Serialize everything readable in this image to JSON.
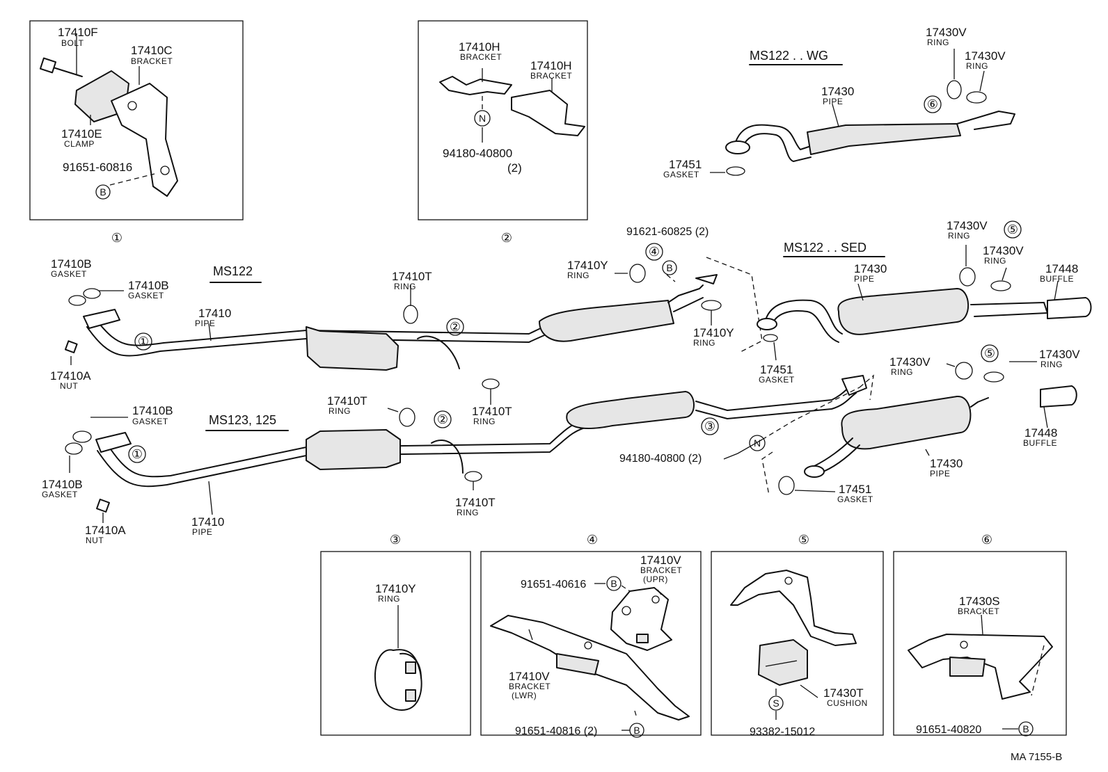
{
  "insets": [
    {
      "num": "①"
    },
    {
      "num": "②"
    },
    {
      "num": "③"
    },
    {
      "num": "④"
    },
    {
      "num": "⑤"
    },
    {
      "num": "⑥"
    }
  ],
  "circle_numbers": [
    "①",
    "②",
    "③",
    "④",
    "⑤",
    "⑥"
  ],
  "symbols": {
    "B": "B",
    "N": "N",
    "S": "S"
  },
  "inset1": {
    "bolt_no": "17410F",
    "bolt_nm": "BOLT",
    "bracket_no": "17410C",
    "bracket_nm": "BRACKET",
    "clamp_no": "17410E",
    "clamp_nm": "CLAMP",
    "bolt2_no": "91651-60816"
  },
  "inset2": {
    "br1_no": "17410H",
    "br1_nm": "BRACKET",
    "br2_no": "17410H",
    "br2_nm": "BRACKET",
    "nut_no": "94180-40800",
    "nut_qty": "(2)"
  },
  "inset3": {
    "ring_no": "17410Y",
    "ring_nm": "RING"
  },
  "inset4": {
    "b1_no": "91651-40616",
    "upr_no": "17410V",
    "upr_nm": "BRACKET",
    "upr_sub": "(UPR)",
    "lwr_no": "17410V",
    "lwr_nm": "BRACKET",
    "lwr_sub": "(LWR)",
    "b2_no": "91651-40816 (2)"
  },
  "inset5": {
    "cush_no": "17430T",
    "cush_nm": "CUSHION",
    "s_no": "93382-15012"
  },
  "inset6": {
    "br_no": "17430S",
    "br_nm": "BRACKET",
    "b_no": "91651-40820"
  },
  "wg": {
    "model": "MS122 . . WG",
    "ring1_no": "17430V",
    "ring1_nm": "RING",
    "ring2_no": "17430V",
    "ring2_nm": "RING",
    "pipe_no": "17430",
    "pipe_nm": "PIPE",
    "gasket_no": "17451",
    "gasket_nm": "GASKET"
  },
  "ms122": {
    "model": "MS122",
    "g1_no": "17410B",
    "g1_nm": "GASKET",
    "g2_no": "17410B",
    "g2_nm": "GASKET",
    "pipe_no": "17410",
    "pipe_nm": "PIPE",
    "nut_no": "17410A",
    "nut_nm": "NUT",
    "ring_t_no": "17410T",
    "ring_t_nm": "RING",
    "ring_y1_no": "17410Y",
    "ring_y1_nm": "RING",
    "bolt_no": "91621-60825 (2)",
    "ring_y2_no": "17410Y",
    "ring_y2_nm": "RING",
    "ring_t2_no": "17410T",
    "ring_t2_nm": "RING"
  },
  "sed": {
    "model": "MS122 . . SED",
    "pipe_no": "17430",
    "pipe_nm": "PIPE",
    "ring1_no": "17430V",
    "ring1_nm": "RING",
    "ring2_no": "17430V",
    "ring2_nm": "RING",
    "buffle_no": "17448",
    "buffle_nm": "BUFFLE",
    "gasket_no": "17451",
    "gasket_nm": "GASKET"
  },
  "ms123": {
    "model": "MS123, 125",
    "g1_no": "17410B",
    "g1_nm": "GASKET",
    "g2_no": "17410B",
    "g2_nm": "GASKET",
    "ring_t1_no": "17410T",
    "ring_t1_nm": "RING",
    "ring_t2_no": "17410T",
    "ring_t2_nm": "RING",
    "pipe_no": "17410",
    "pipe_nm": "PIPE",
    "nut_no": "17410A",
    "nut_nm": "NUT",
    "nut2_no": "94180-40800 (2)",
    "ring1_no": "17430V",
    "ring1_nm": "RING",
    "ring2_no": "17430V",
    "ring2_nm": "RING",
    "buffle_no": "17448",
    "buffle_nm": "BUFFLE",
    "tail_no": "17430",
    "tail_nm": "PIPE",
    "gasket_no": "17451",
    "gasket_nm": "GASKET"
  },
  "footer": {
    "code": "MA  7155-B"
  }
}
